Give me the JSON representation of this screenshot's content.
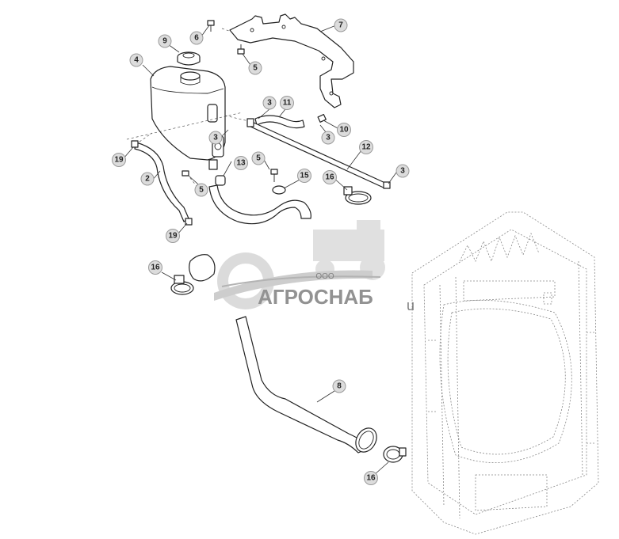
{
  "diagram": {
    "callouts": [
      {
        "id": "c-7",
        "label": "7"
      },
      {
        "id": "c-6",
        "label": "6"
      },
      {
        "id": "c-9",
        "label": "9"
      },
      {
        "id": "c-5a",
        "label": "5"
      },
      {
        "id": "c-4",
        "label": "4"
      },
      {
        "id": "c-3a",
        "label": "3"
      },
      {
        "id": "c-11",
        "label": "11"
      },
      {
        "id": "c-10",
        "label": "10"
      },
      {
        "id": "c-3b",
        "label": "3"
      },
      {
        "id": "c-3c",
        "label": "3"
      },
      {
        "id": "c-12",
        "label": "12"
      },
      {
        "id": "c-19a",
        "label": "19"
      },
      {
        "id": "c-13",
        "label": "13"
      },
      {
        "id": "c-5b",
        "label": "5"
      },
      {
        "id": "c-15",
        "label": "15"
      },
      {
        "id": "c-16a",
        "label": "16"
      },
      {
        "id": "c-3d",
        "label": "3"
      },
      {
        "id": "c-2",
        "label": "2"
      },
      {
        "id": "c-5c",
        "label": "5"
      },
      {
        "id": "c-19b",
        "label": "19"
      },
      {
        "id": "c-16b",
        "label": "16"
      },
      {
        "id": "c-8",
        "label": "8"
      },
      {
        "id": "c-16c",
        "label": "16"
      }
    ]
  },
  "watermark": {
    "company_prefix": "ООО",
    "company_name": "АГРОСНАБ",
    "suffix": "u"
  }
}
